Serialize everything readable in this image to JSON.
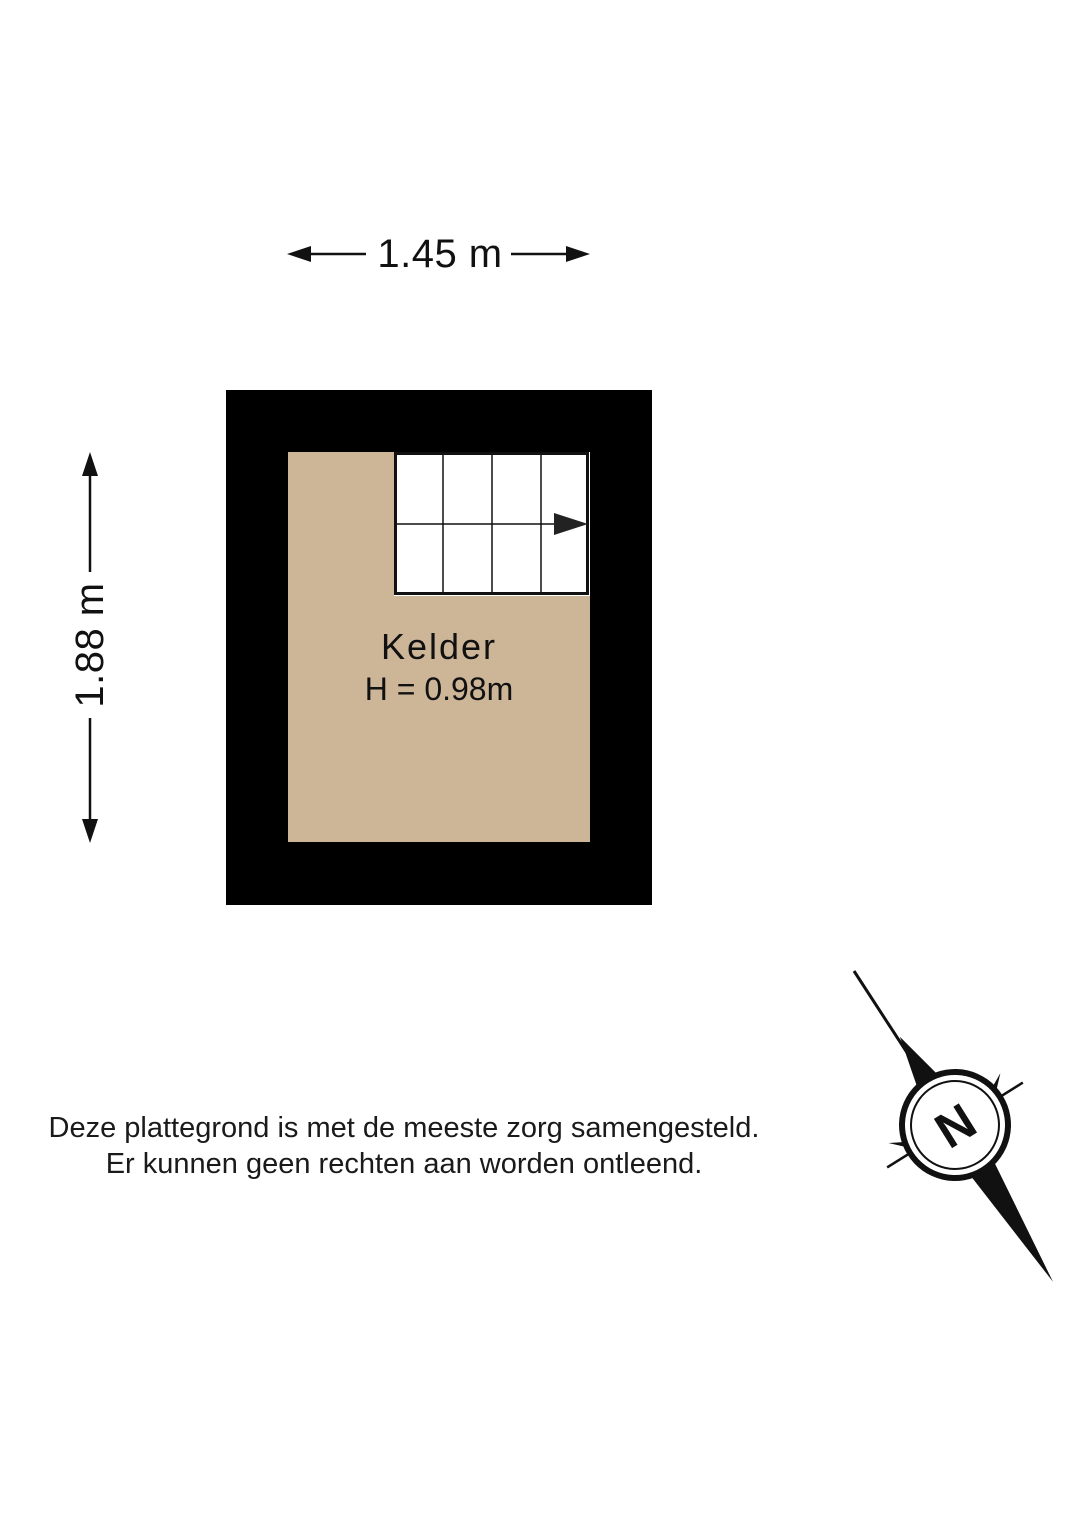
{
  "dimensions": {
    "width_label": "1.45 m",
    "height_label": "1.88 m"
  },
  "room": {
    "name": "Kelder",
    "height": "H = 0.98m"
  },
  "disclaimer": {
    "line1": "Deze plattegrond is met de meeste zorg samengesteld.",
    "line2": "Er kunnen geen rechten aan worden ontleend."
  },
  "compass": {
    "letter": "N"
  },
  "colors": {
    "wall": "#000000",
    "floor": "#cdb597",
    "stairs": "#ffffff",
    "text": "#111111"
  },
  "icons": {
    "compass": "north-compass-icon",
    "stairs_direction": "arrow-right-icon"
  }
}
